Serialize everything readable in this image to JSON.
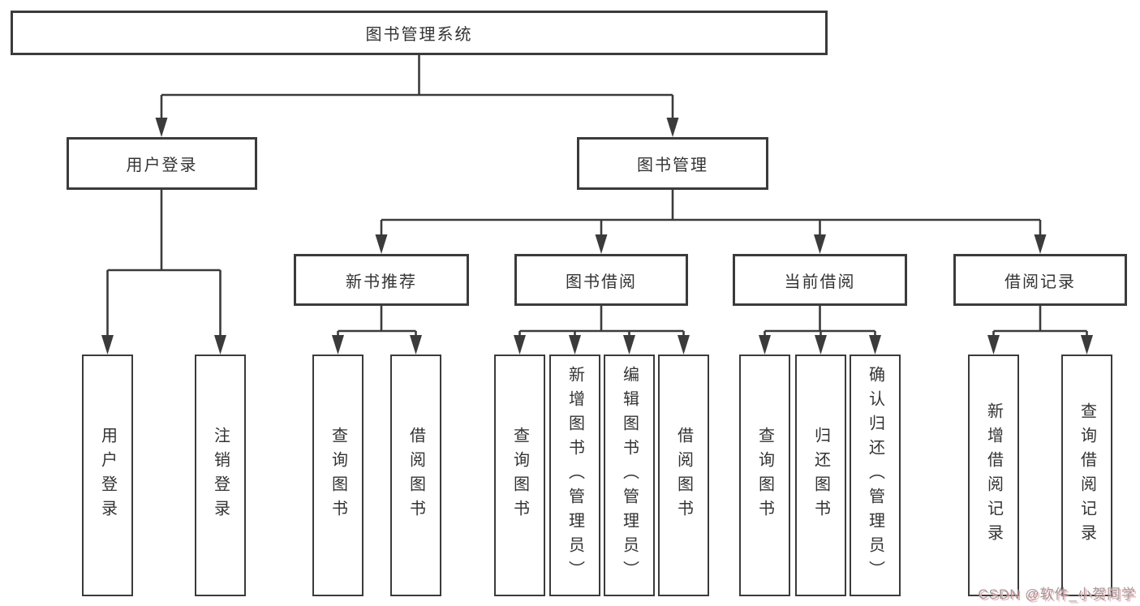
{
  "diagram": {
    "root": {
      "label": "图书管理系统"
    },
    "branches": [
      {
        "label": "用户登录",
        "leaves": [
          "用户登录",
          "注销登录"
        ]
      },
      {
        "label": "图书管理",
        "sections": [
          {
            "label": "新书推荐",
            "leaves": [
              "查询图书",
              "借阅图书"
            ]
          },
          {
            "label": "图书借阅",
            "leaves": [
              "查询图书",
              "新增图书（管理员）",
              "编辑图书（管理员）",
              "借阅图书"
            ]
          },
          {
            "label": "当前借阅",
            "leaves": [
              "查询图书",
              "归还图书",
              "确认归还（管理员）"
            ]
          },
          {
            "label": "借阅记录",
            "leaves": [
              "新增借阅记录",
              "查询借阅记录"
            ]
          }
        ]
      }
    ]
  },
  "watermark": {
    "text": "CSDN @软件_小贺同学"
  },
  "colors": {
    "line": "#3b3b3b",
    "box_border": "#3b3b3b",
    "box_fill": "#ffffff",
    "text": "#333333",
    "watermark_text": "#9c9c9c",
    "watermark_accent": "#f0aeb4"
  }
}
